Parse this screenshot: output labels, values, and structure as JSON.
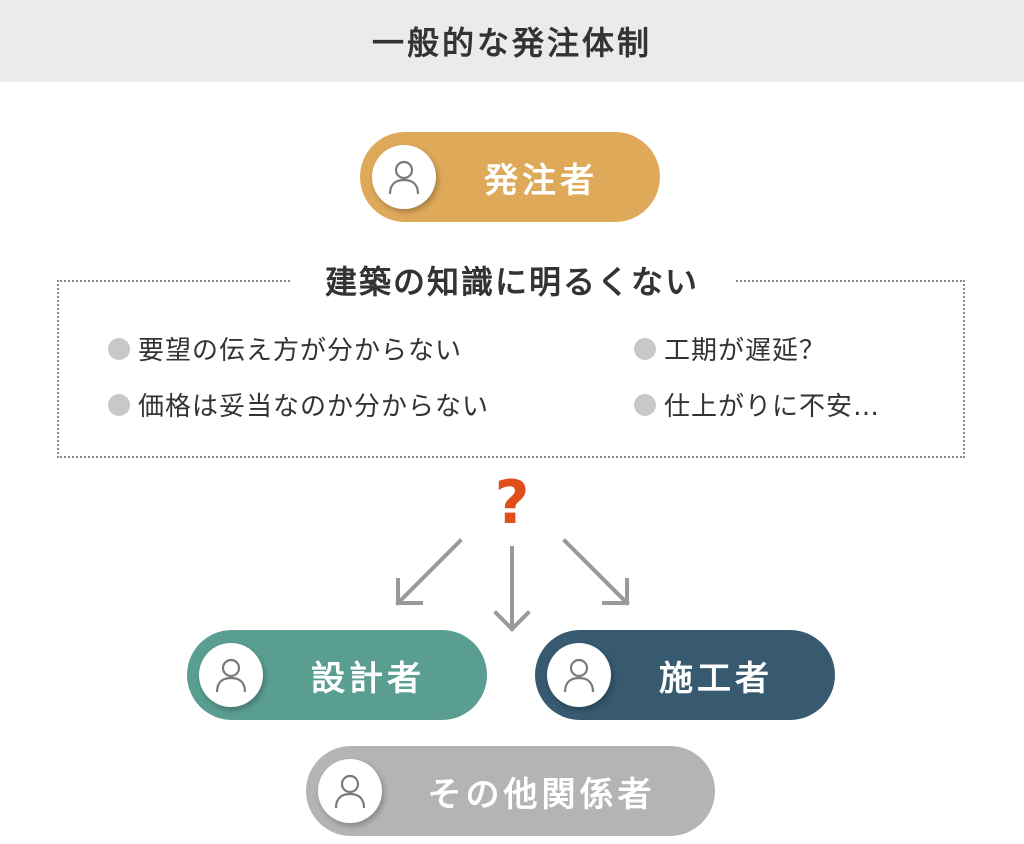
{
  "title": "一般的な発注体制",
  "client": {
    "label": "発注者",
    "color": "#dfa95a"
  },
  "knowledge_box": {
    "title": "建築の知識に明るくない",
    "concerns": [
      "要望の伝え方が分からない",
      "工期が遅延？",
      "価格は妥当なのか分からない",
      "仕上がりに不安…"
    ]
  },
  "question_mark": "?",
  "designer": {
    "label": "設計者",
    "color": "#5a9e92"
  },
  "builder": {
    "label": "施工者",
    "color": "#375a71"
  },
  "others": {
    "label": "その他関係者",
    "color": "#b4b4b4"
  },
  "icons": {
    "person": "person-icon",
    "arrow": "arrow-icon"
  }
}
